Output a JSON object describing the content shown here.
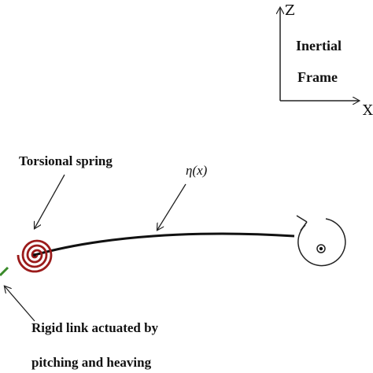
{
  "frame": {
    "z_label": "Z",
    "x_label": "X",
    "caption_line1": "Inertial",
    "caption_line2": "Frame"
  },
  "labels": {
    "spring": "Torsional spring",
    "deflection": "η(x)",
    "link_line1": "Rigid link actuated by",
    "link_line2": "pitching and  heaving"
  },
  "colors": {
    "spring": "#9b1b1b",
    "beam": "#111111",
    "link": "#3a8a2a",
    "arrows": "#222222"
  },
  "icons": {
    "rotation": "circular-arrow-icon",
    "pivot": "pivot-dot-icon"
  }
}
